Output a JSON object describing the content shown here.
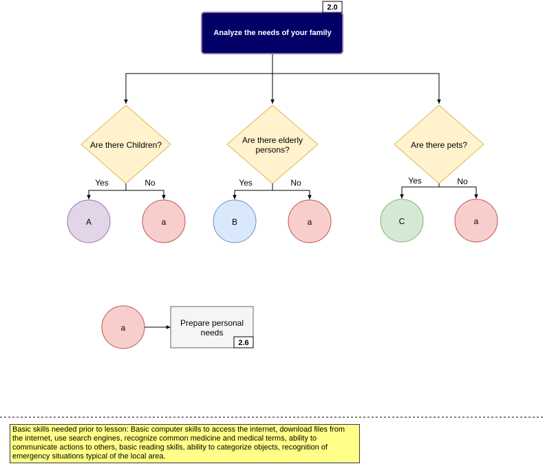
{
  "colors": {
    "root_fill": "#000066",
    "root_stroke": "#9673a6",
    "diamond_fill": "#fff2cc",
    "diamond_stroke": "#d6b656",
    "purple_fill": "#e1d5e7",
    "purple_stroke": "#9673a6",
    "red_fill": "#f8cecc",
    "red_stroke": "#b85450",
    "blue_fill": "#dae8fc",
    "blue_stroke": "#6c8ebf",
    "green_fill": "#d5e8d4",
    "green_stroke": "#82b366",
    "note_fill": "#ffff88"
  },
  "root": {
    "label": "Analyze the needs of your family",
    "tag": "2.0"
  },
  "decisions": [
    {
      "lines": [
        "Are there Children?"
      ],
      "yes": "Yes",
      "no": "No",
      "yes_node": "A",
      "no_node": "a"
    },
    {
      "lines": [
        "Are there elderly",
        "persons?"
      ],
      "yes": "Yes",
      "no": "No",
      "yes_node": "B",
      "no_node": "a"
    },
    {
      "lines": [
        "Are there pets?"
      ],
      "yes": "Yes",
      "no": "No",
      "yes_node": "C",
      "no_node": "a"
    }
  ],
  "connector": {
    "circle_label": "a",
    "process_lines": [
      "Prepare personal",
      "needs"
    ],
    "process_tag": "2.6"
  },
  "note": "Basic skills needed prior to lesson: Basic computer skills to access the internet, download files from the internet, use search engines, recognize common medicine and medical terms, ability to communicate actions to others, basic reading skills, ability to categorize objects, recognition of emergency situations typical of the local area."
}
